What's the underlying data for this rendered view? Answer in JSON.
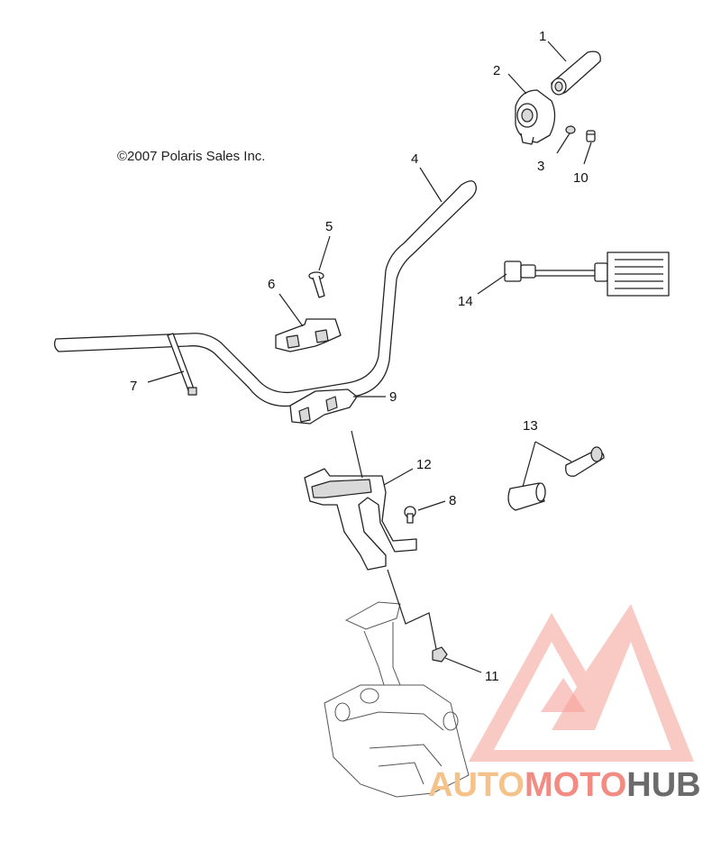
{
  "copyright": "©2007 Polaris Sales Inc.",
  "callouts": [
    "1",
    "2",
    "3",
    "10",
    "4",
    "5",
    "6",
    "14",
    "7",
    "9",
    "12",
    "8",
    "13",
    "11"
  ],
  "watermark": {
    "text_part1": "AUTO",
    "text_part2": "MOTO",
    "text_part3": "HUB",
    "color_part1": "#f5c28a",
    "color_part2": "#f28b82",
    "color_part3": "#6b6b6b",
    "logo_color": "#f28b82"
  }
}
